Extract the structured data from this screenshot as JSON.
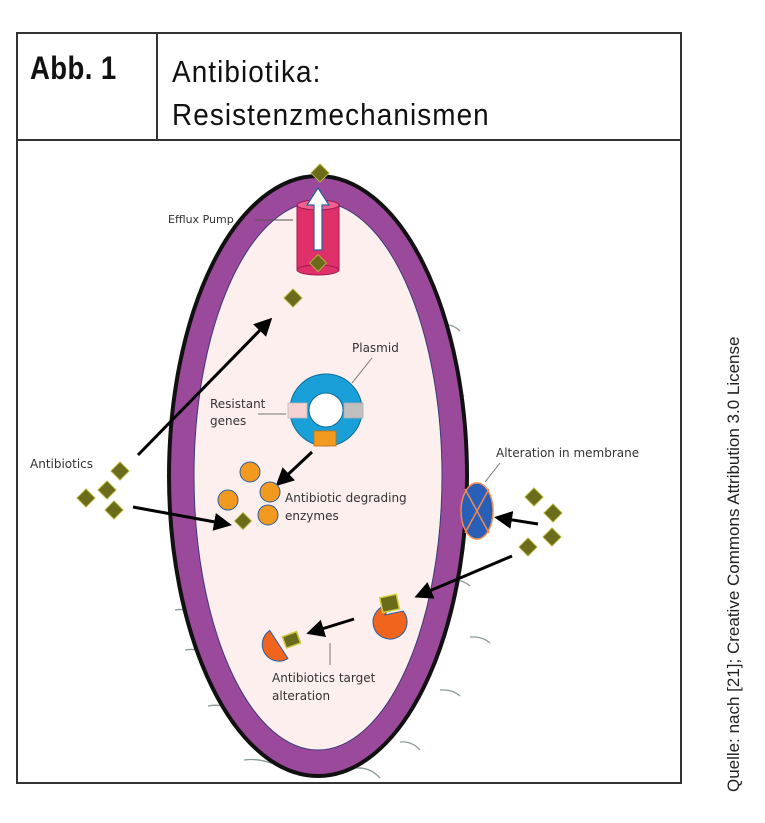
{
  "header": {
    "figure_label": "Abb. 1",
    "title_line1": "Antibiotika:",
    "title_line2": "Resistenzmechanismen"
  },
  "credit": "Quelle: nach [21]; Creative Commons Attribution 3.0 License",
  "diagram": {
    "labels": {
      "efflux_pump": "Efflux Pump",
      "plasmid": "Plasmid",
      "resistant_genes_line1": "Resistant",
      "resistant_genes_line2": "genes",
      "antibiotics": "Antibiotics",
      "degrading_enzymes_line1": "Antibiotic degrading",
      "degrading_enzymes_line2": "enzymes",
      "membrane_alteration": "Alteration in membrane",
      "target_alteration_line1": "Antibiotics target",
      "target_alteration_line2": "alteration"
    },
    "colors": {
      "cell_wall": "#9b4a9b",
      "cytoplasm": "#fdefed",
      "efflux_pump": "#e0306a",
      "plasmid": "#1aa0d8",
      "enzyme": "#f29a1f",
      "antibiotic": "#6b6b1c",
      "membrane_alteration": "#2a5fb8",
      "target": "#f0641e"
    }
  }
}
